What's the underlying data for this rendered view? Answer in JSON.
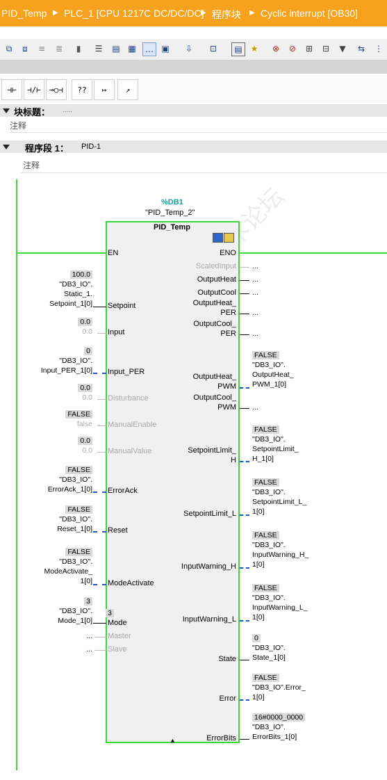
{
  "breadcrumb": {
    "items": [
      "PID_Temp",
      "PLC_1 [CPU 1217C DC/DC/DC]",
      "程序块",
      "Cyclic interrupt [OB30]"
    ],
    "bg_color": "#f6a21e"
  },
  "toolbar": {
    "icons": [
      "network-insert-icon",
      "network-delete-icon",
      "insert-row-icon",
      "add-row-icon",
      "lock-icon",
      "open-all-networks-icon",
      "close-all-networks-icon",
      "absolute-operands-icon",
      "show-comments-icon",
      "favorites-icon",
      "breakpoint-icon",
      "clear-breakpoint-icon",
      "monitor-icon",
      "download-icon",
      "status-icon",
      "go-to-icon"
    ]
  },
  "ladder_toolbar": {
    "items": [
      "⊣⊢",
      "⊣/⊢",
      "⊸○⊣",
      "??",
      "↦",
      "↗"
    ]
  },
  "block": {
    "title_label": "块标题：",
    "title_value": ".....",
    "comment": "注释"
  },
  "network": {
    "label": "程序段 1：",
    "name": "PID-1",
    "comment": "注释"
  },
  "fb": {
    "db_address": "%DB1",
    "instance_name": "\"PID_Temp_2\"",
    "type_name": "PID_Temp",
    "wire_color": "#3ad73a",
    "inputs": {
      "en": "EN",
      "setpoint": "Setpoint",
      "input": "Input",
      "input_per": "Input_PER",
      "disturbance": "Disturbance",
      "manual_enable": "ManualEnable",
      "manual_value": "ManualValue",
      "error_ack": "ErrorAck",
      "reset": "Reset",
      "mode_activate": "ModeActivate",
      "mode": "Mode",
      "master": "Master",
      "slave": "Slave"
    },
    "outputs": {
      "eno": "ENO",
      "scaled_input": "ScaledInput",
      "output_heat": "OutputHeat",
      "output_cool": "OutputCool",
      "output_heat_per_1": "OutputHeat_",
      "output_heat_per_2": "PER",
      "output_cool_per_1": "OutputCool_",
      "output_cool_per_2": "PER",
      "output_heat_pwm_1": "OutputHeat_",
      "output_heat_pwm_2": "PWM",
      "output_cool_pwm_1": "OutputCool_",
      "output_cool_pwm_2": "PWM",
      "setpoint_limit_h_1": "SetpointLimit_",
      "setpoint_limit_h_2": "H",
      "setpoint_limit_l": "SetpointLimit_L",
      "input_warning_h": "InputWarning_H",
      "input_warning_l": "InputWarning_L",
      "state": "State",
      "error": "Error",
      "error_bits": "ErrorBits"
    },
    "mode_inner_value": "3"
  },
  "left_operands": {
    "setpoint": {
      "value": "100.0",
      "lines": [
        "\"DB3_IO\".",
        "Static_1.",
        "Setpoint_1[0]"
      ]
    },
    "input": {
      "value": "0.0",
      "default": "0.0"
    },
    "input_per": {
      "value": "0",
      "lines": [
        "\"DB3_IO\".",
        "Input_PER_1[0]"
      ]
    },
    "disturbance": {
      "value": "0.0",
      "default": "0.0"
    },
    "manual_enable": {
      "value": "FALSE",
      "default": "false"
    },
    "manual_value": {
      "value": "0.0",
      "default": "0.0"
    },
    "error_ack": {
      "value": "FALSE",
      "lines": [
        "\"DB3_IO\".",
        "ErrorAck_1[0]"
      ]
    },
    "reset": {
      "value": "FALSE",
      "lines": [
        "\"DB3_IO\".",
        "Reset_1[0]"
      ]
    },
    "mode_activate": {
      "value": "FALSE",
      "lines": [
        "\"DB3_IO\".",
        "ModeActivate_",
        "1[0]"
      ]
    },
    "mode": {
      "value": "3",
      "lines": [
        "\"DB3_IO\".",
        "Mode_1[0]"
      ]
    },
    "master": {
      "text": "..."
    },
    "slave": {
      "text": "..."
    }
  },
  "right_operands": {
    "eno": "...",
    "scaled_input": "...",
    "output_heat": "...",
    "output_cool": "...",
    "output_heat_per": "...",
    "output_cool_per": "...",
    "output_heat_pwm": {
      "value": "FALSE",
      "lines": [
        "\"DB3_IO\".",
        "OutputHeat_",
        "PWM_1[0]"
      ]
    },
    "output_cool_pwm": "...",
    "setpoint_limit_h": {
      "value": "FALSE",
      "lines": [
        "\"DB3_IO\".",
        "SetpointLimit_",
        "H_1[0]"
      ]
    },
    "setpoint_limit_l": {
      "value": "FALSE",
      "lines": [
        "\"DB3_IO\".",
        "SetpointLimit_L_",
        "1[0]"
      ]
    },
    "input_warning_h": {
      "value": "FALSE",
      "lines": [
        "\"DB3_IO\".",
        "InputWarning_H_",
        "1[0]"
      ]
    },
    "input_warning_l": {
      "value": "FALSE",
      "lines": [
        "\"DB3_IO\".",
        "InputWarning_L_",
        "1[0]"
      ]
    },
    "state": {
      "value": "0",
      "lines": [
        "\"DB3_IO\".",
        "State_1[0]"
      ]
    },
    "error": {
      "value": "FALSE",
      "lines": [
        "\"DB3_IO\".Error_",
        "1[0]"
      ]
    },
    "error_bits": {
      "value": "16#0000_0000",
      "lines": [
        "\"DB3_IO\".",
        "ErrorBits_1[0]"
      ]
    }
  },
  "watermark": "西门子工业 技术论坛"
}
